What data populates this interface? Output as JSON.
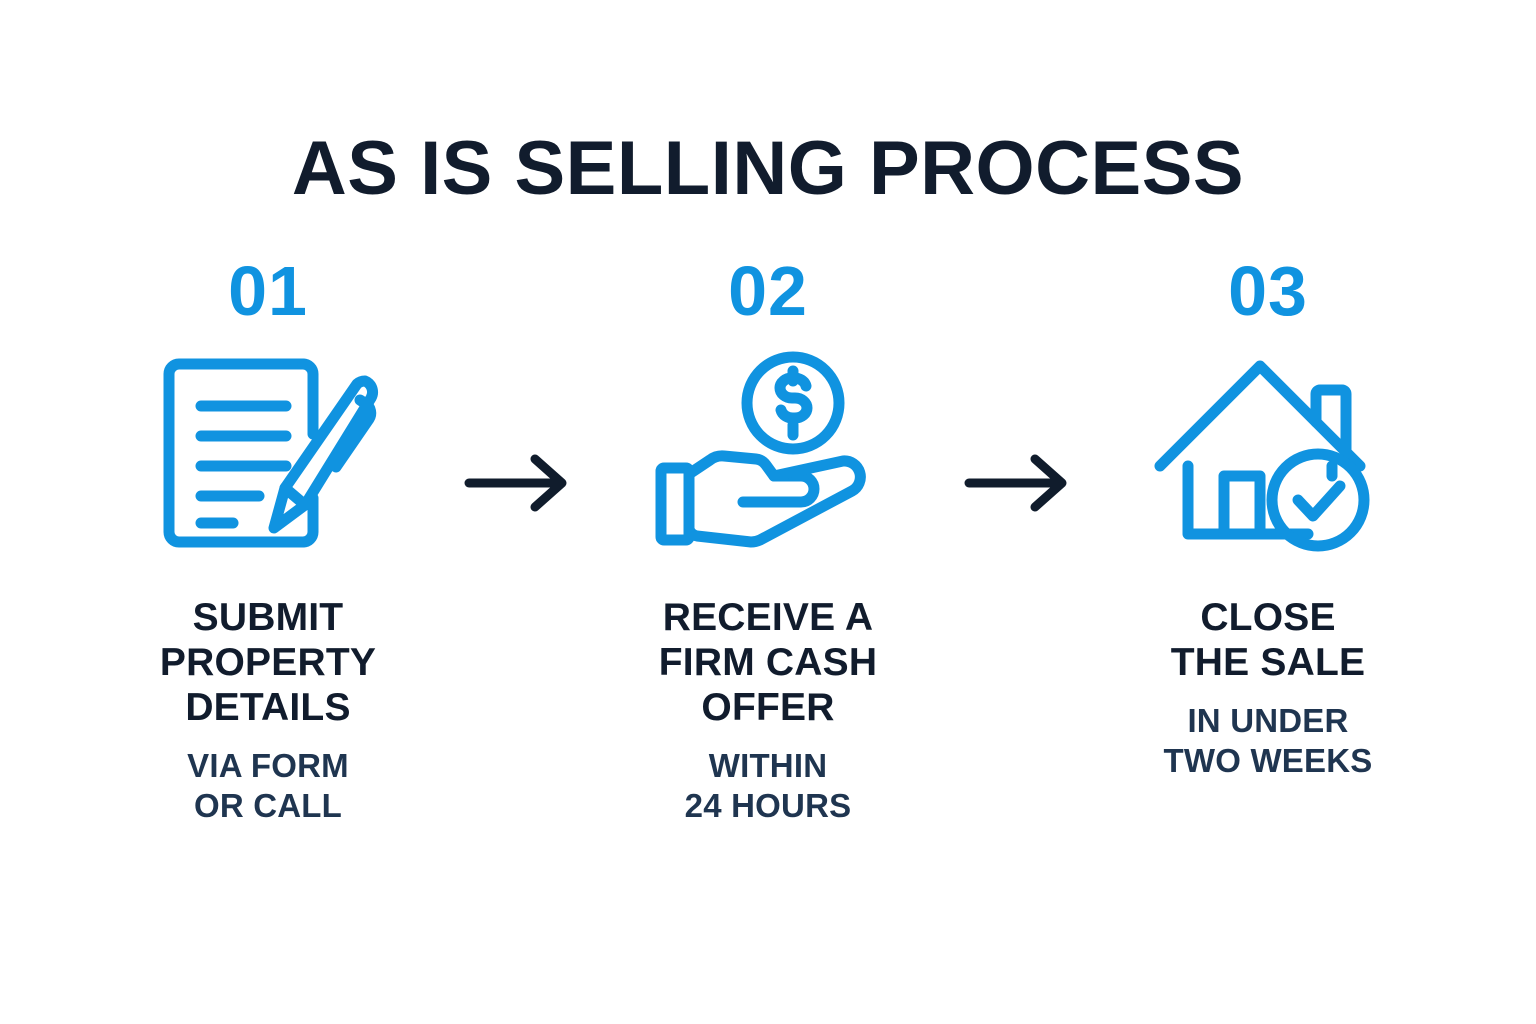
{
  "page": {
    "title": "AS IS SELLING PROCESS",
    "background_color": "#ffffff",
    "accent_color": "#1093e0",
    "text_color": "#111c2d",
    "subtext_color": "#1f3550",
    "arrow_color": "#101c2c"
  },
  "steps": [
    {
      "number": "01",
      "icon": "document-pen-icon",
      "title": "SUBMIT\nPROPERTY\nDETAILS",
      "subtitle": "VIA FORM\nOR CALL"
    },
    {
      "number": "02",
      "icon": "hand-holding-dollar-coin-icon",
      "title": "RECEIVE A\nFIRM CASH\nOFFER",
      "subtitle": "WITHIN\n24 HOURS"
    },
    {
      "number": "03",
      "icon": "house-check-icon",
      "title": "CLOSE\nTHE SALE",
      "subtitle": "IN UNDER\nTWO WEEKS"
    }
  ],
  "connectors": [
    {
      "icon": "arrow-right-icon"
    },
    {
      "icon": "arrow-right-icon"
    }
  ]
}
